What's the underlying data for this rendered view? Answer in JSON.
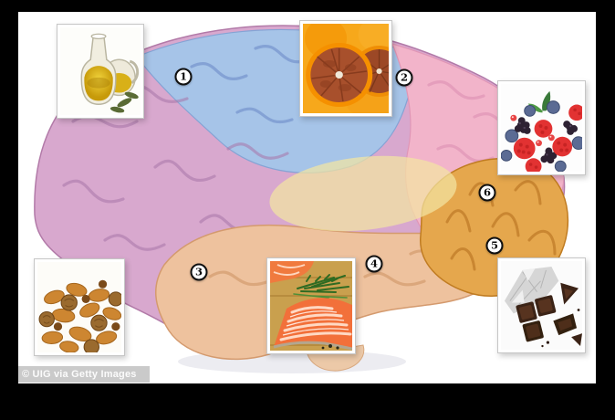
{
  "frame": {
    "border_color": "#000000",
    "content_background": "#ffffff"
  },
  "watermark": {
    "text": "© UIG via Getty Images"
  },
  "markers": [
    {
      "number": "1"
    },
    {
      "number": "2"
    },
    {
      "number": "3"
    },
    {
      "number": "4"
    },
    {
      "number": "5"
    },
    {
      "number": "6"
    }
  ],
  "brain": {
    "regions": [
      {
        "name": "frontal-lobe",
        "color": "#d8a8ce"
      },
      {
        "name": "parietal-lobe",
        "color": "#a6c4e8"
      },
      {
        "name": "occipital-lobe",
        "color": "#f2b4ca"
      },
      {
        "name": "temporal-lobe",
        "color": "#eec29e"
      },
      {
        "name": "cerebellum",
        "color": "#e5a74d"
      },
      {
        "name": "highlight-area",
        "color": "#f3e4a2"
      }
    ]
  },
  "food_photos": [
    {
      "icon": "olive-oil-photo"
    },
    {
      "icon": "blood-oranges-photo"
    },
    {
      "icon": "mixed-berries-photo"
    },
    {
      "icon": "mixed-nuts-photo"
    },
    {
      "icon": "salmon-photo"
    },
    {
      "icon": "dark-chocolate-photo"
    }
  ]
}
